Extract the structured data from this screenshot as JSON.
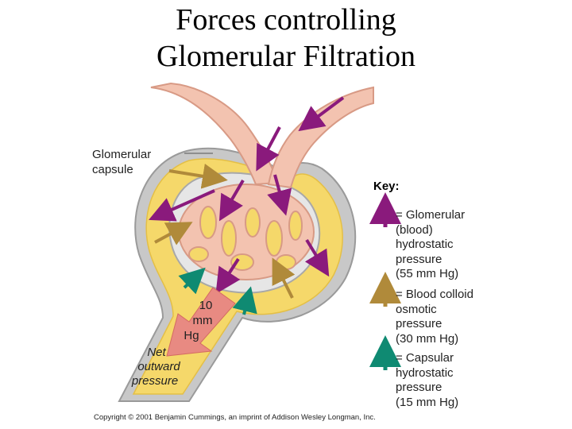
{
  "title": {
    "line1": "Forces controlling",
    "line2": "Glomerular Filtration"
  },
  "labels": {
    "capsule": "Glomerular\ncapsule",
    "pressure_value": "10\nmm\nHg",
    "net_outward": "Net\noutward\npressure"
  },
  "key": {
    "title": "Key:",
    "items": [
      {
        "text": "= Glomerular\n   (blood)\n   hydrostatic\n   pressure\n   (55 mm Hg)",
        "color": "#8a1a7c",
        "icon": "up-arrow-icon"
      },
      {
        "text": "= Blood colloid\n   osmotic\n   pressure\n   (30 mm Hg)",
        "color": "#b08a3a",
        "icon": "up-arrow-icon"
      },
      {
        "text": "= Capsular\n   hydrostatic\n   pressure\n   (15 mm Hg)",
        "color": "#0f8a72",
        "icon": "up-arrow-icon"
      }
    ]
  },
  "copyright": "Copyright © 2001 Benjamin Cummings, an imprint of Addison Wesley Longman, Inc."
}
